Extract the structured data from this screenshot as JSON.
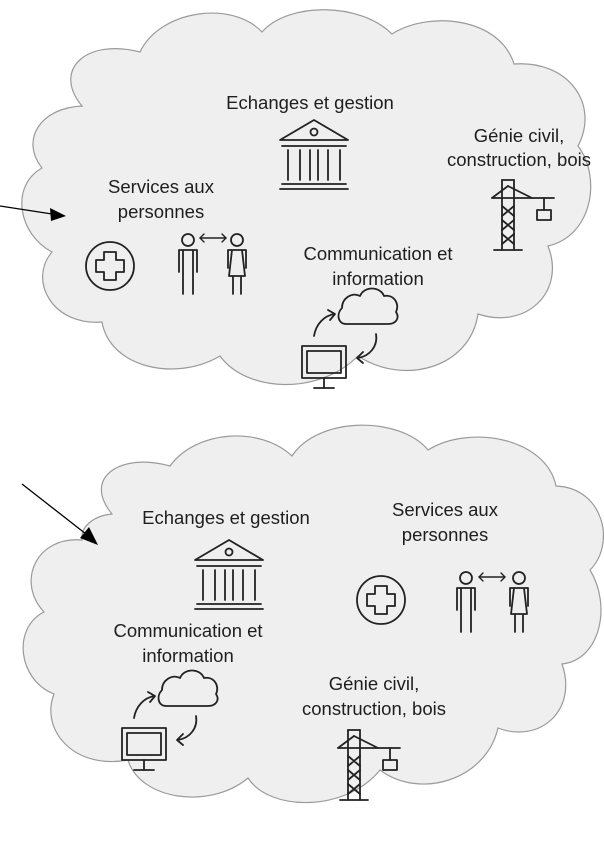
{
  "cloud1": {
    "echanges": "Echanges et gestion",
    "genie_line1": "Génie civil,",
    "genie_line2": "construction, bois",
    "services_line1": "Services aux",
    "services_line2": "personnes",
    "comm_line1": "Communication et",
    "comm_line2": "information"
  },
  "cloud2": {
    "echanges": "Echanges et gestion",
    "services_line1": "Services aux",
    "services_line2": "personnes",
    "comm_line1": "Communication et",
    "comm_line2": "information",
    "genie_line1": "Génie civil,",
    "genie_line2": "construction, bois"
  },
  "icons": [
    "bank-icon",
    "crane-icon",
    "medical-cross-icon",
    "people-exchange-icon",
    "cloud-computer-icon"
  ],
  "colors": {
    "cloud_fill": "#efefef",
    "cloud_stroke": "#9a9a9a",
    "ink": "#222222"
  }
}
